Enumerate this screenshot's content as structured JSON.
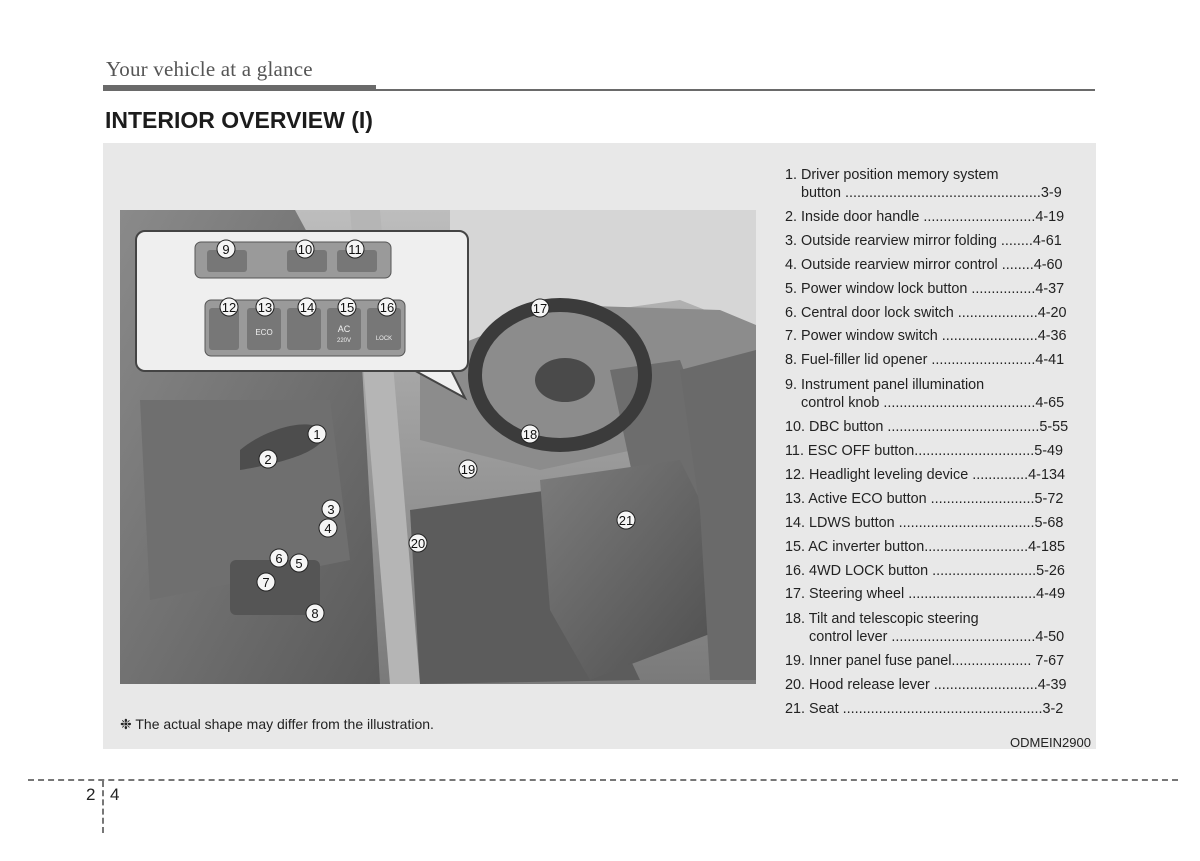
{
  "header": {
    "title": "Your vehicle at a glance"
  },
  "section": {
    "heading": "INTERIOR OVERVIEW (I)"
  },
  "legend": [
    {
      "line1": "1. Driver position memory system",
      "line2": "button .................................................3-9"
    },
    {
      "line1": "2. Inside door handle ............................4-19"
    },
    {
      "line1": "3. Outside rearview mirror folding ........4-61"
    },
    {
      "line1": "4. Outside rearview mirror control ........4-60"
    },
    {
      "line1": "5. Power window lock button ................4-37"
    },
    {
      "line1": "6. Central door lock switch ....................4-20"
    },
    {
      "line1": "7. Power window switch ........................4-36"
    },
    {
      "line1": "8. Fuel-filler lid opener ..........................4-41"
    },
    {
      "line1": "9. Instrument panel illumination",
      "line2": "control knob ......................................4-65"
    },
    {
      "line1": "10. DBC button ......................................5-55"
    },
    {
      "line1": "11. ESC OFF button..............................5-49"
    },
    {
      "line1": "12. Headlight leveling device ..............4-134"
    },
    {
      "line1": "13. Active ECO button ..........................5-72"
    },
    {
      "line1": "14. LDWS button ..................................5-68"
    },
    {
      "line1": "15. AC inverter button..........................4-185"
    },
    {
      "line1": "16. 4WD LOCK button ..........................5-26"
    },
    {
      "line1": "17. Steering wheel ................................4-49"
    },
    {
      "line1": "18. Tilt and telescopic steering",
      "line2": "control lever ....................................4-50"
    },
    {
      "line1": "19. Inner panel fuse panel.................... 7-67"
    },
    {
      "line1": "20. Hood release lever ..........................4-39"
    },
    {
      "line1": "21. Seat ..................................................3-2"
    }
  ],
  "callouts": [
    "1",
    "2",
    "3",
    "4",
    "5",
    "6",
    "7",
    "8",
    "9",
    "10",
    "11",
    "12",
    "13",
    "14",
    "15",
    "16",
    "17",
    "18",
    "19",
    "20",
    "21"
  ],
  "inset_labels": {
    "eco": "ECO",
    "ac": "AC",
    "ac_volt": "220V",
    "lock": "LOCK"
  },
  "note": "❉ The actual shape may differ from the illustration.",
  "image_code": "ODMEIN2900",
  "footer": {
    "section": "2",
    "page": "4"
  }
}
